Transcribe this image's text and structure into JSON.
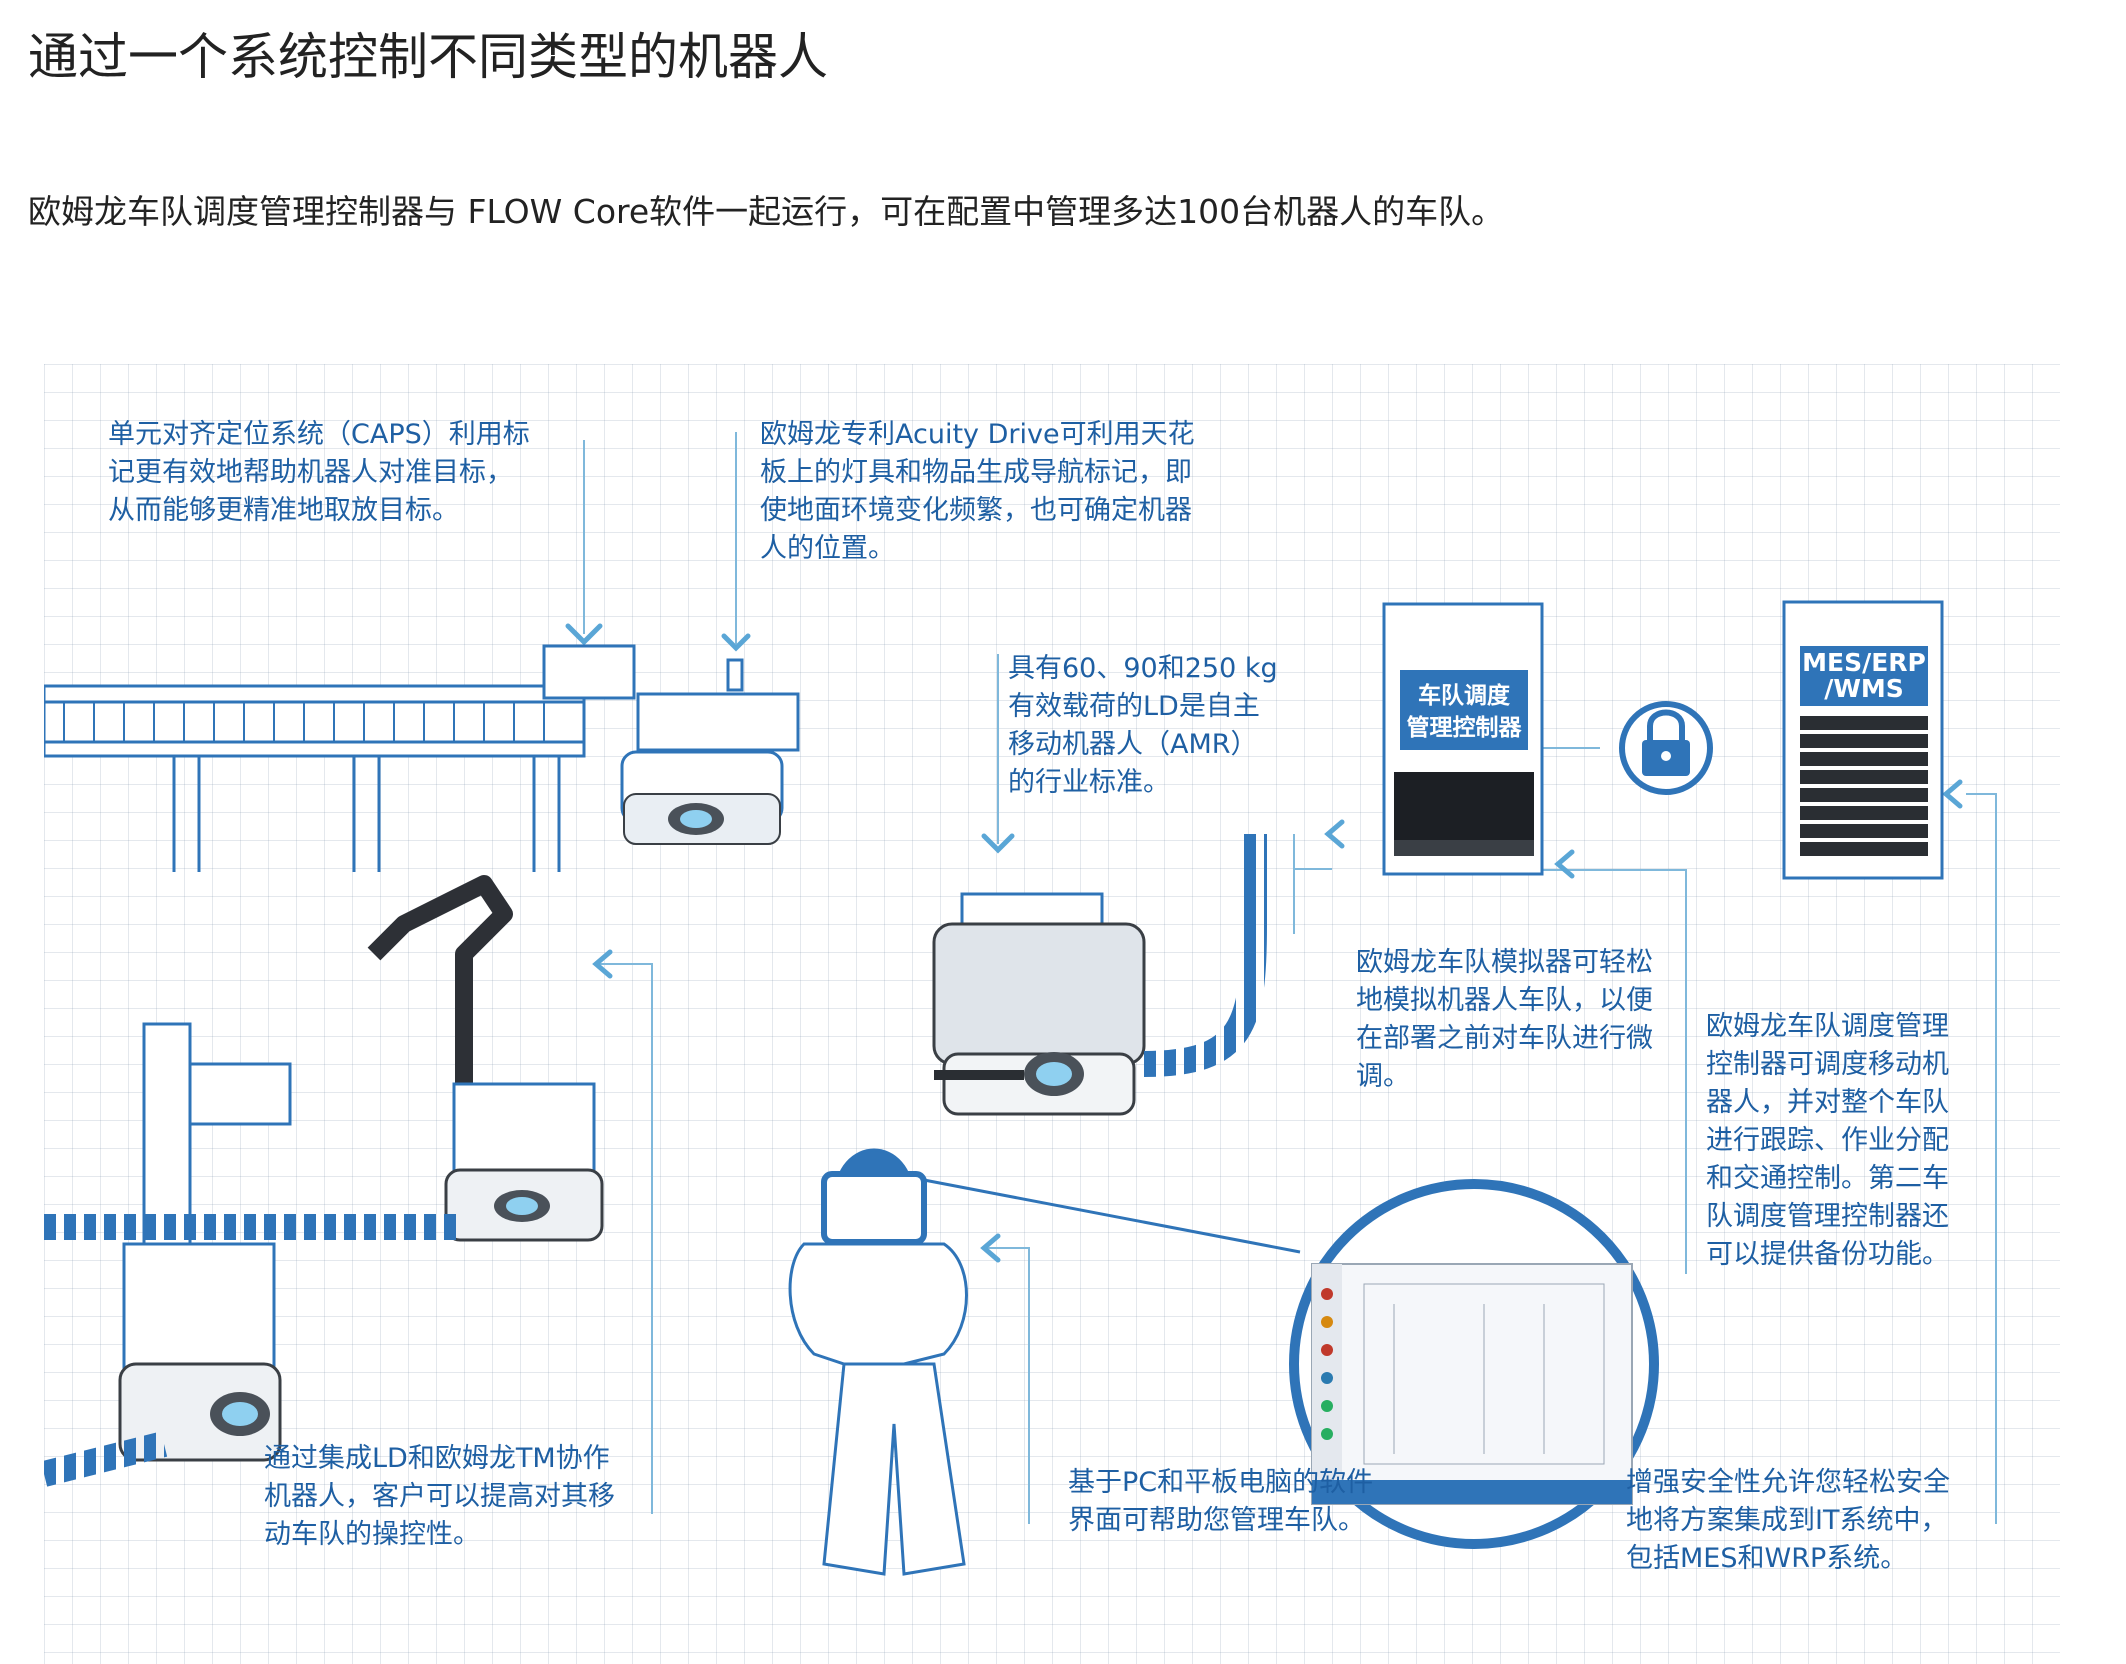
{
  "page": {
    "title": "通过一个系统控制不同类型的机器人",
    "intro": "欧姆龙车队调度管理控制器与 FLOW Core软件一起运行，可在配置中管理多达100台机器人的车队。"
  },
  "diagram": {
    "callouts": {
      "caps": "单元对齐定位系统（CAPS）利用标\n记更有效地帮助机器人对准目标，\n从而能够更精准地取放目标。",
      "acuity": "欧姆龙专利Acuity Drive可利用天花\n板上的灯具和物品生成导航标记，即\n使地面环境变化频繁，也可确定机器\n人的位置。",
      "payload": "具有60、90和250 kg\n有效载荷的LD是自主\n移动机器人（AMR）\n的行业标准。",
      "simulator": "欧姆龙车队模拟器可轻松\n地模拟机器人车队，以便\n在部署之前对车队进行微\n调。",
      "fleet_manager": "欧姆龙车队调度管理\n控制器可调度移动机\n器人，并对整个车队\n进行跟踪、作业分配\n和交通控制。第二车\n队调度管理控制器还\n可以提供备份功能。",
      "tm_cobot": "通过集成LD和欧姆龙TM协作\n机器人，客户可以提高对其移\n动车队的操控性。",
      "pc_tablet": "基于PC和平板电脑的软件\n界面可帮助您管理车队。",
      "security": "增强安全性允许您轻松安全\n地将方案集成到IT系统中，\n包括MES和WRP系统。"
    },
    "controller_label": "车队调度\n管理控制器",
    "mes_label": "MES/ERP\n/WMS",
    "colors": {
      "accent_blue": "#1e5fa3",
      "light_blue": "#5aa6d6",
      "grid": "#c9d3df"
    },
    "icons": [
      "padlock-icon",
      "down-arrow-icon",
      "left-chevron-icon"
    ]
  }
}
